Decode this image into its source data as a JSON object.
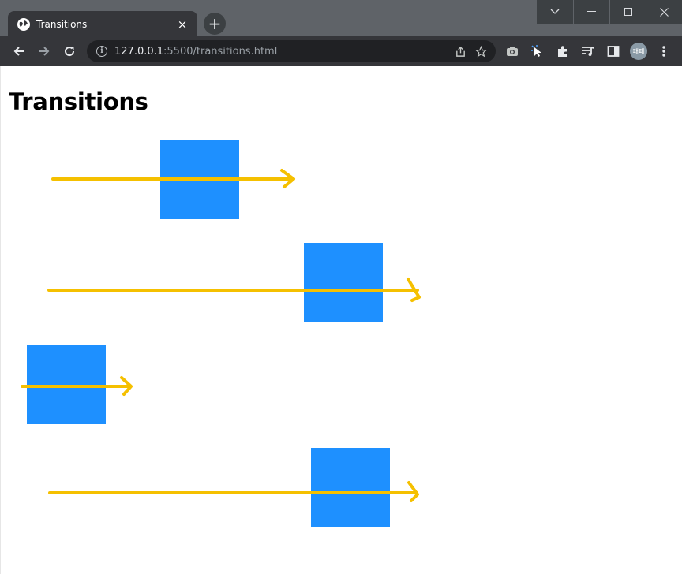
{
  "browser": {
    "tab_title": "Transitions",
    "tab_close": "×",
    "new_tab": "+",
    "url_host": "127.0.0.1",
    "url_rest": ":5500/transitions.html",
    "profile_initials": "패패"
  },
  "icons": {
    "favicon": "globe-icon",
    "back": "arrow-left-icon",
    "forward": "arrow-right-icon",
    "reload": "reload-icon",
    "info": "info-icon",
    "share": "share-icon",
    "bookmark": "star-icon",
    "camera": "camera-icon",
    "cursor_ext": "cursor-icon",
    "extensions": "puzzle-icon",
    "playlist": "playlist-icon",
    "sidepanel": "side-panel-icon",
    "menu": "kebab-menu-icon"
  },
  "page": {
    "heading": "Transitions"
  },
  "colors": {
    "box": "#1e90ff",
    "arrow": "#f5c000"
  }
}
